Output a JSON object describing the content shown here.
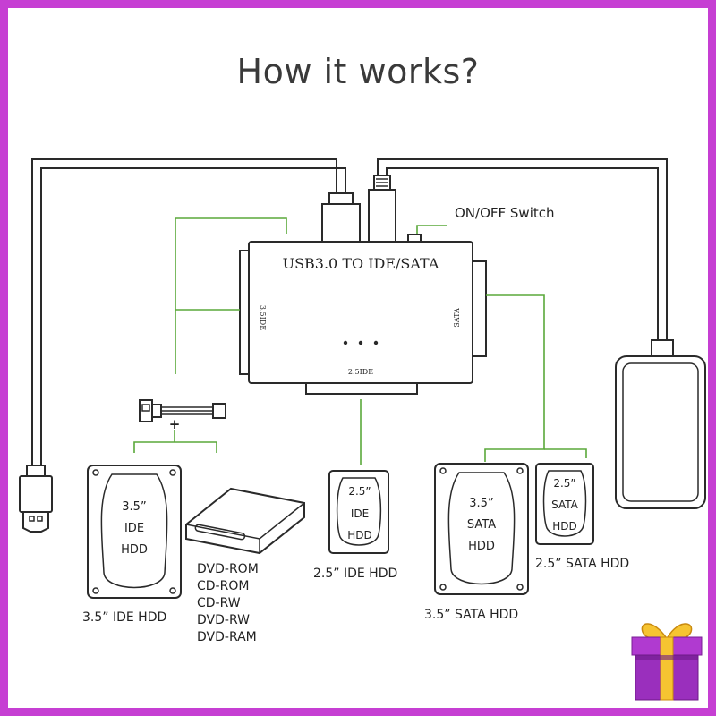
{
  "title": "How it works?",
  "device": {
    "label": "USB3.0 TO IDE/SATA",
    "port_left": "3.5IDE",
    "port_right": "SATA",
    "port_bottom": "2.5IDE"
  },
  "switch_label": "ON/OFF Switch",
  "plus_sign": "+",
  "drives": {
    "ide35": {
      "badge": [
        "3.5”",
        "IDE",
        "HDD"
      ],
      "caption": "3.5”  IDE HDD"
    },
    "ide25": {
      "badge": [
        "2.5”",
        "IDE",
        "HDD"
      ],
      "caption": "2.5”  IDE HDD"
    },
    "sata35": {
      "badge": [
        "3.5”",
        "SATA",
        "HDD"
      ],
      "caption": "3.5”  SATA HDD"
    },
    "sata25": {
      "badge": [
        "2.5”",
        "SATA",
        "HDD"
      ],
      "caption": "2.5”  SATA HDD"
    }
  },
  "optical_list": [
    "DVD-ROM",
    "CD-ROM",
    "CD-RW",
    "DVD-RW",
    "DVD-RAM"
  ],
  "colors": {
    "border": "#c63fd3",
    "connector_line": "#5aa83a",
    "outline": "#2a2a2a"
  },
  "icons": [
    "usb-plug-icon",
    "power-adapter-icon",
    "molex-cable-icon",
    "gift-box-icon"
  ]
}
